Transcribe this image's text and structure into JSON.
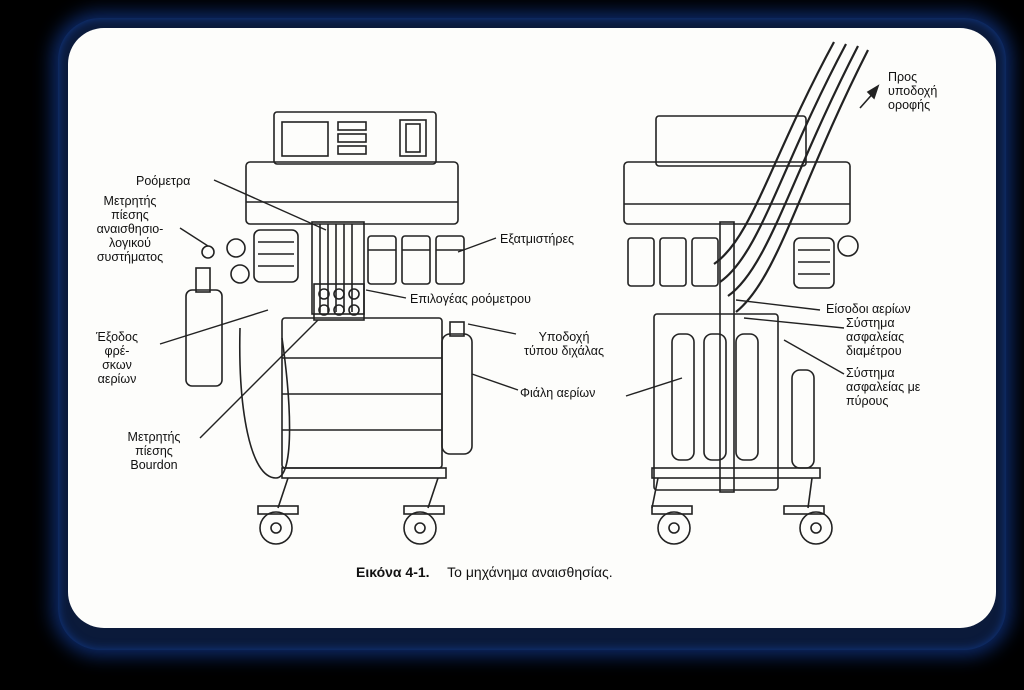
{
  "labels": {
    "flowmeters": "Ροόμετρα",
    "circuit_pressure_gauge": [
      "Μετρητής",
      "πίεσης",
      "αναισθησιο-",
      "λογικού",
      "συστήματος"
    ],
    "fresh_gas_outlet": [
      "Έξοδος",
      "φρέ-",
      "σκων",
      "αερίων"
    ],
    "bourdon_gauge": [
      "Μετρητής",
      "πίεσης",
      "Bourdon"
    ],
    "vaporizers": "Εξατμιστήρες",
    "flowmeter_selector": "Επιλογέας ροόμετρου",
    "yoke_receptacle": [
      "Υποδοχή",
      "τύπου διχάλας"
    ],
    "gas_cylinder": "Φιάλη αερίων",
    "ceiling_receptacle": [
      "Προς",
      "υποδοχή",
      "οροφής"
    ],
    "gas_inlets": "Είσοδοι αερίων",
    "diameter_safety": [
      "Σύστημα",
      "ασφαλείας",
      "διαμέτρου"
    ],
    "pin_safety": [
      "Σύστημα",
      "ασφαλείας με",
      "πύρους"
    ]
  },
  "caption": {
    "number": "Εικόνα 4-1.",
    "text": "Το μηχάνημα αναισθησίας."
  },
  "colors": {
    "frame": "#0b1a3a",
    "glow": "#123a8a",
    "paper": "#fdfdfb",
    "ink": "#222222"
  }
}
